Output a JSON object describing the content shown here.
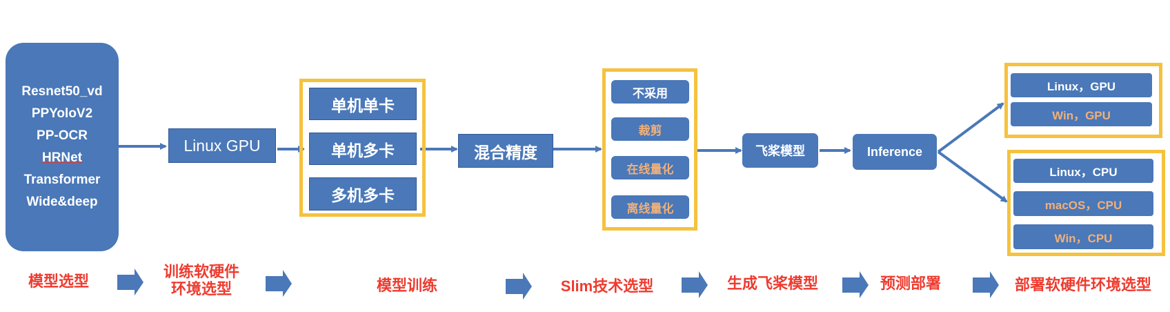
{
  "models": [
    "Resnet50_vd",
    "PPYoloV2",
    "PP-OCR",
    "HRNet",
    "Transformer",
    "Wide&deep"
  ],
  "train_env": "Linux GPU",
  "train_modes": [
    "单机单卡",
    "单机多卡",
    "多机多卡"
  ],
  "mixed_precision": "混合精度",
  "slim_options": [
    "不采用",
    "裁剪",
    "在线量化",
    "离线量化"
  ],
  "paddle_model": "飞桨模型",
  "inference": "Inference",
  "deploy_gpu": [
    "Linux，GPU",
    "Win，GPU"
  ],
  "deploy_cpu": [
    "Linux，CPU",
    "macOS，CPU",
    "Win，CPU"
  ],
  "steps": [
    "模型选型",
    "训练软硬件环境选型",
    "模型训练",
    "Slim技术选型",
    "生成飞桨模型",
    "预测部署",
    "部署软硬件环境选型"
  ],
  "colors": {
    "box": "#4a78b8",
    "highlight": "#f5c23e",
    "step_text": "#ee3b2f",
    "muted_text": "#f0b07a"
  }
}
